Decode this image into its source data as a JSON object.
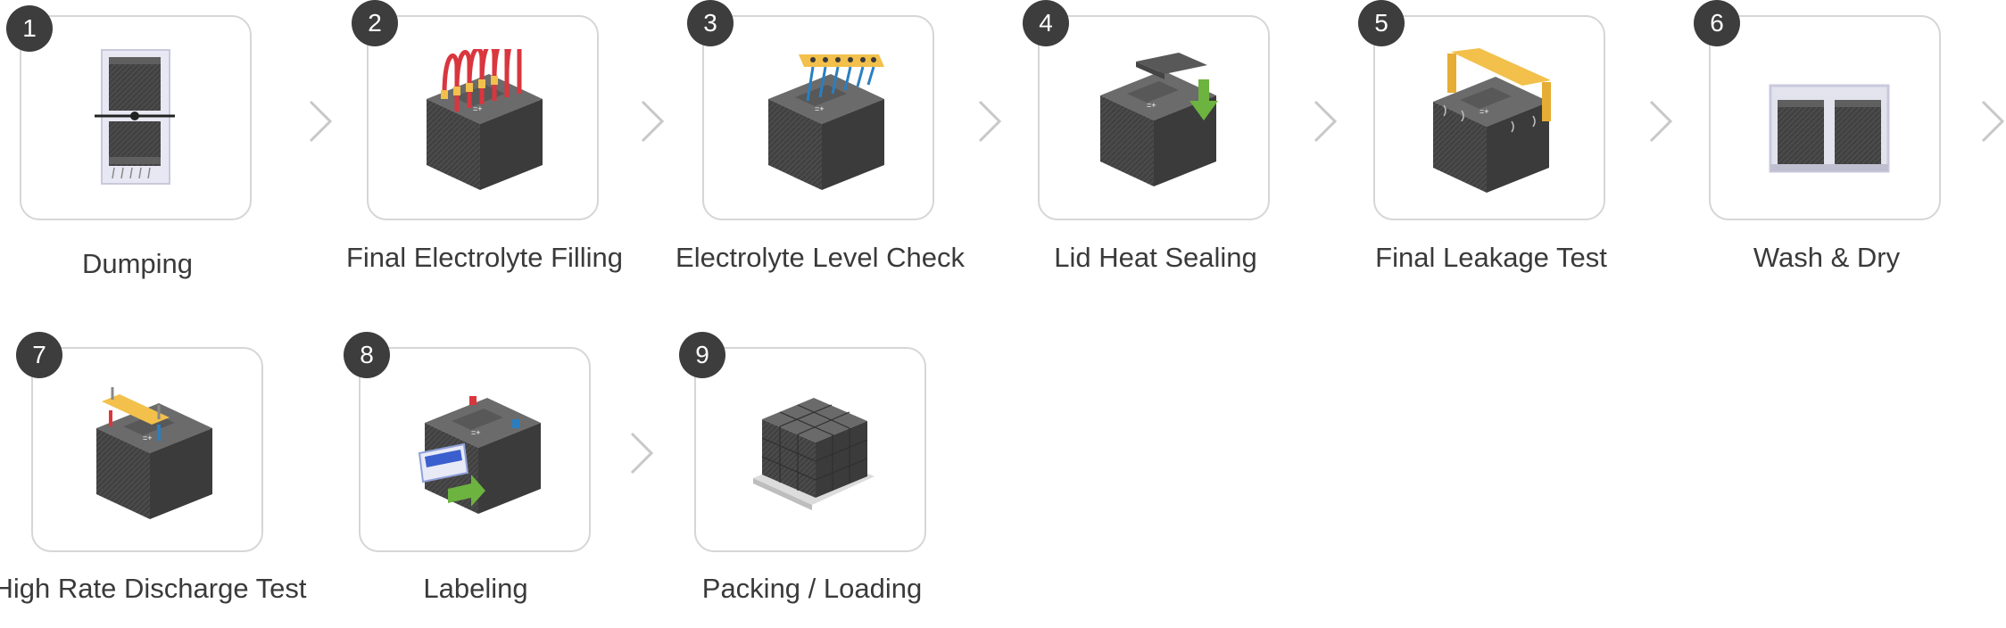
{
  "steps": [
    {
      "number": "1",
      "label": "Dumping",
      "icon": "battery-dumping-icon"
    },
    {
      "number": "2",
      "label": "Final Electrolyte Filling",
      "icon": "electrolyte-filling-icon"
    },
    {
      "number": "3",
      "label": "Electrolyte Level Check",
      "icon": "level-check-icon"
    },
    {
      "number": "4",
      "label": "Lid Heat Sealing",
      "icon": "heat-sealing-icon"
    },
    {
      "number": "5",
      "label": "Final Leakage Test",
      "icon": "leakage-test-icon"
    },
    {
      "number": "6",
      "label": "Wash & Dry",
      "icon": "wash-dry-icon"
    },
    {
      "number": "7",
      "label": "High Rate Discharge Test",
      "icon": "discharge-test-icon"
    },
    {
      "number": "8",
      "label": "Labeling",
      "icon": "labeling-icon"
    },
    {
      "number": "9",
      "label": "Packing / Loading",
      "icon": "packing-icon"
    }
  ],
  "colors": {
    "badge": "#3d3d3d",
    "border": "#d6d6d6",
    "arrow": "#c8c8c8",
    "battery_dark": "#444444",
    "accent_yellow": "#f2c04b",
    "accent_red": "#d9363e",
    "accent_green": "#6cb33f",
    "accent_blue": "#2a7fc1"
  }
}
